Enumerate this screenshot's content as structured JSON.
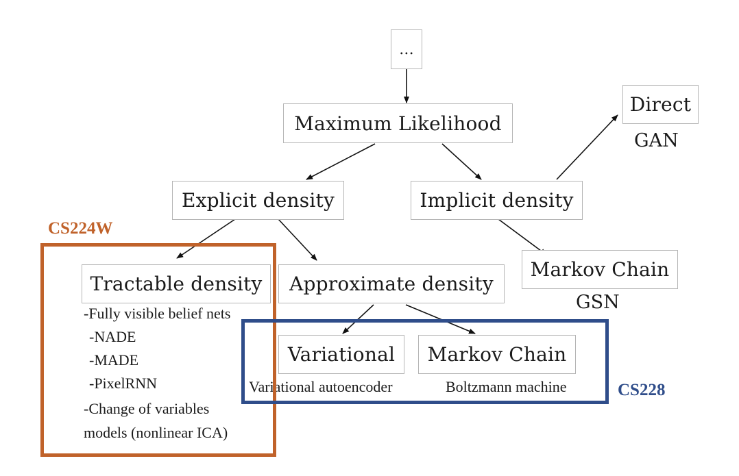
{
  "nodes": {
    "root": "...",
    "max_likelihood": "Maximum Likelihood",
    "explicit": "Explicit density",
    "implicit": "Implicit density",
    "direct": "Direct",
    "tractable": "Tractable density",
    "approximate": "Approximate density",
    "markov_implicit": "Markov Chain",
    "variational": "Variational",
    "markov_approx": "Markov Chain"
  },
  "sublabels": {
    "direct": "GAN",
    "markov_implicit": "GSN",
    "variational": "Variational autoencoder",
    "markov_approx": "Boltzmann machine"
  },
  "tractable_list": [
    "-Fully visible belief nets",
    "-NADE",
    "-MADE",
    "-PixelRNN",
    "-Change of variables",
    "models (nonlinear ICA)"
  ],
  "groups": {
    "cs224w": {
      "label": "CS224W",
      "color": "#c0622a"
    },
    "cs228": {
      "label": "CS228",
      "color": "#2f4d8a"
    }
  },
  "colors": {
    "node_border": "#b5b5b5",
    "edge": "#111111",
    "text": "#1a1a1a"
  }
}
